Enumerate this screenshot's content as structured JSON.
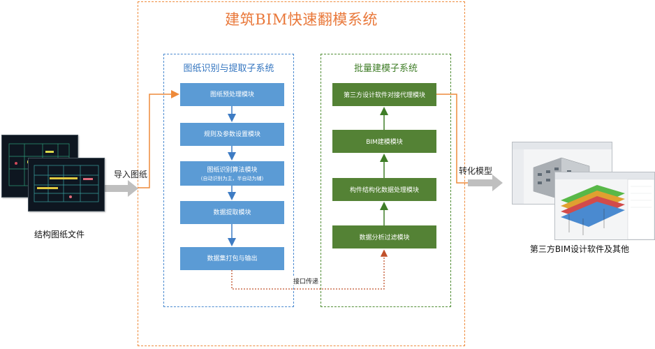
{
  "title": "建筑BIM快速翻模系统",
  "left_caption": "结构图纸文件",
  "import_label": "导入图纸",
  "convert_label": "转化模型",
  "right_caption": "第三方BIM设计软件及其他",
  "interface_label": "接口传递",
  "blue_panel": {
    "title": "图纸识别与提取子系统",
    "steps": [
      {
        "label": "图纸预处理模块",
        "note": ""
      },
      {
        "label": "规则及参数设置模块",
        "note": ""
      },
      {
        "label": "图纸识别算法模块",
        "note": "(自动识别为主，半自动为辅)"
      },
      {
        "label": "数据提取模块",
        "note": ""
      },
      {
        "label": "数据集打包与输出",
        "note": ""
      }
    ]
  },
  "green_panel": {
    "title": "批量建模子系统",
    "steps": [
      {
        "label": "第三方设计软件对接代理模块"
      },
      {
        "label": "BIM建模模块"
      },
      {
        "label": "构件结构化数据处理模块"
      },
      {
        "label": "数据分析过滤模块"
      }
    ]
  },
  "colors": {
    "orange": "#ee8a3a",
    "blue_box": "#5b9bd5",
    "green_box": "#548235",
    "blue_border": "#4a8ad0",
    "green_border": "#4f8d33",
    "interface_line": "#c0502a"
  }
}
